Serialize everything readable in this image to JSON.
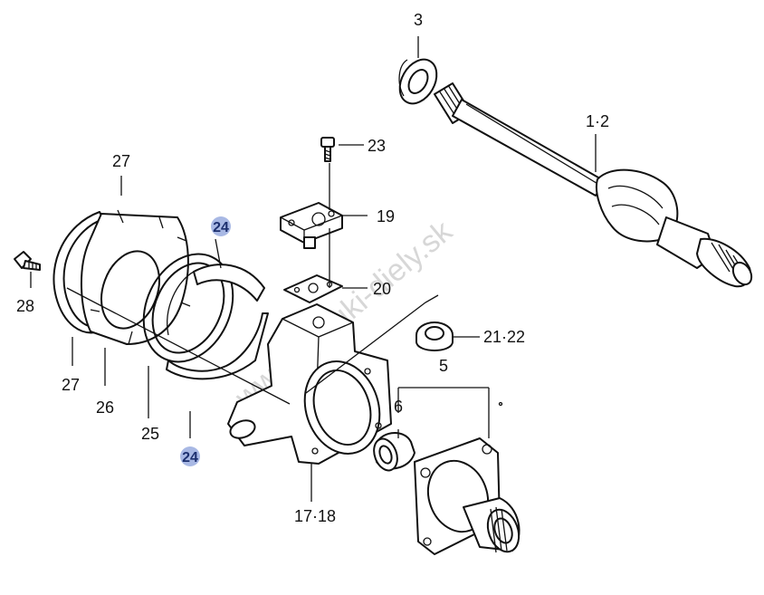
{
  "watermark": "www.suzuki-diely.sk",
  "highlight_color": "#a8b8e4",
  "callouts": {
    "c3": "3",
    "c1_2": "1·2",
    "c23": "23",
    "c19": "19",
    "c20": "20",
    "c21_22": "21·22",
    "c5": "5",
    "c6": "6",
    "c17_18": "17·18",
    "c27_top": "27",
    "c27_bottom": "27",
    "c24_top": "24",
    "c24_bottom": "24",
    "c28": "28",
    "c26": "26",
    "c25": "25"
  }
}
